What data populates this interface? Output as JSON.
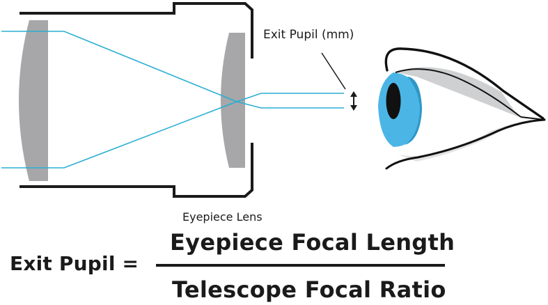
{
  "labels": {
    "exit_pupil": "Exit Pupil (mm)",
    "eyepiece_lens": "Eyepiece Lens"
  },
  "formula": {
    "lhs": "Exit Pupil =",
    "numerator": "Eyepiece Focal Length",
    "denominator": "Telescope Focal Ratio"
  },
  "colors": {
    "ray": "#2aaed3",
    "lens": "#a7a7a9",
    "tube": "#1a1a1a",
    "iris": "#4bb6e6",
    "pupil": "#111111"
  }
}
